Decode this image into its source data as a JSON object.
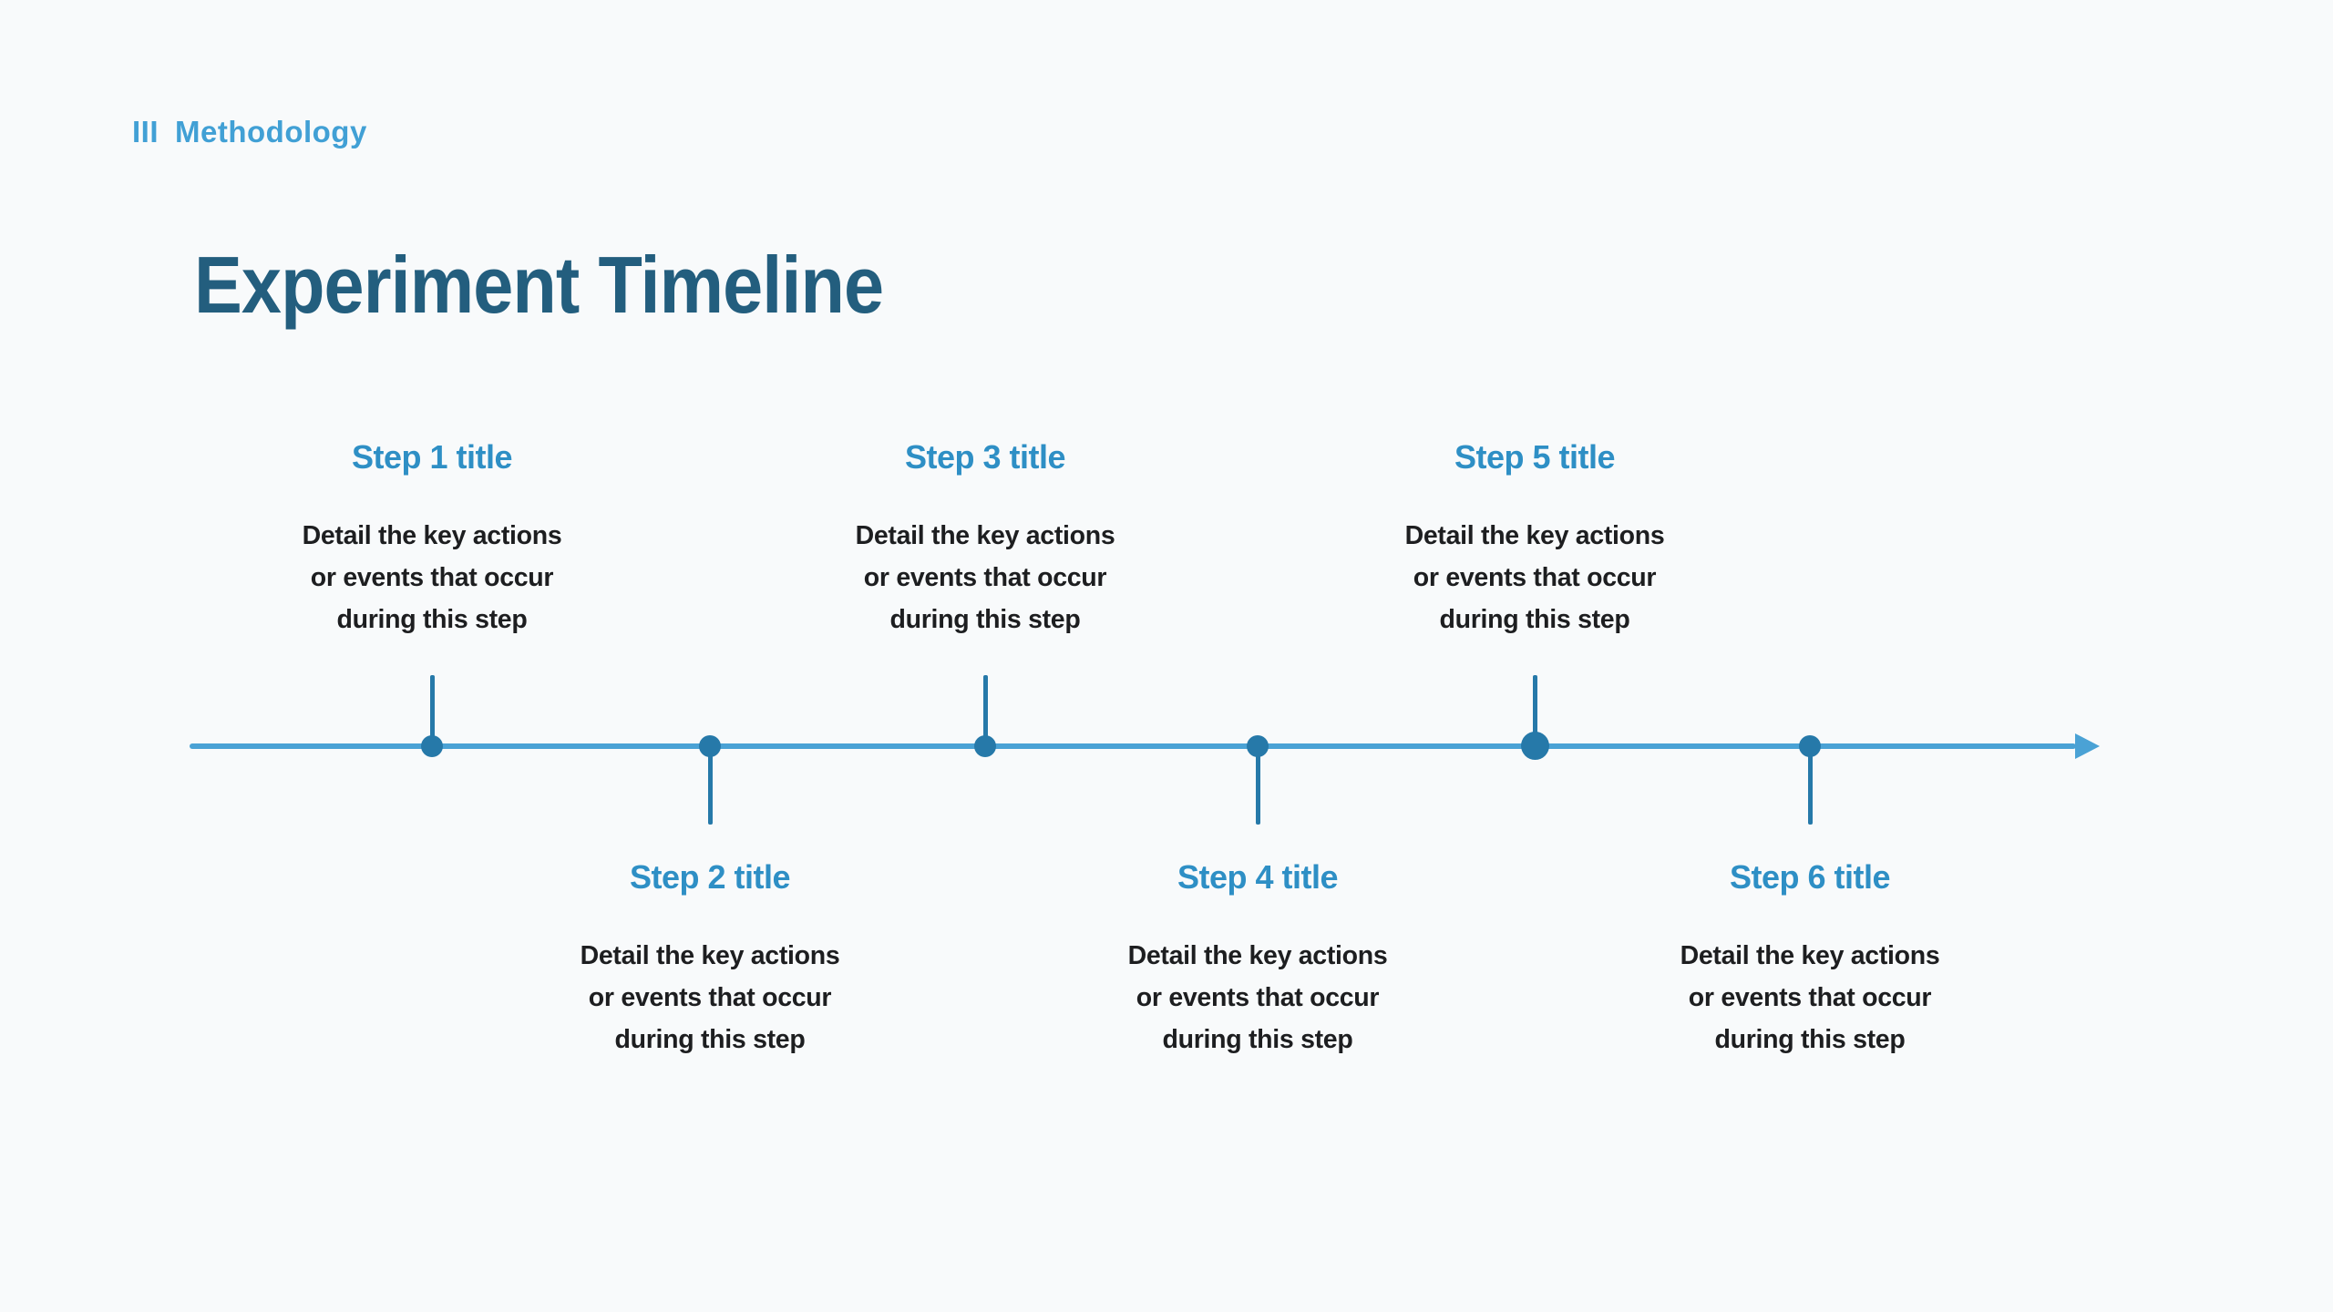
{
  "slide": {
    "kicker": {
      "numeral": "III",
      "label": "Methodology"
    },
    "title": "Experiment Timeline",
    "steps": [
      {
        "title": "Step 1 title",
        "description": "Detail the key actions\nor events that occur\nduring this step",
        "side": "above",
        "emphasized": false
      },
      {
        "title": "Step 2 title",
        "description": "Detail the key actions\nor events that occur\nduring this step",
        "side": "below",
        "emphasized": false
      },
      {
        "title": "Step 3 title",
        "description": "Detail the key actions\nor events that occur\nduring this step",
        "side": "above",
        "emphasized": false
      },
      {
        "title": "Step 4 title",
        "description": "Detail the key actions\nor events that occur\nduring this step",
        "side": "below",
        "emphasized": false
      },
      {
        "title": "Step 5 title",
        "description": "Detail the key actions\nor events that occur\nduring this step",
        "side": "above",
        "emphasized": true
      },
      {
        "title": "Step 6 title",
        "description": "Detail the key actions\nor events that occur\nduring this step",
        "side": "below",
        "emphasized": false
      }
    ],
    "colors": {
      "background": "#f8fafb",
      "kicker": "#41a0d5",
      "title": "#235e7e",
      "step_title": "#2e8fc5",
      "description": "#1d1e20",
      "axis_line": "#4aa2d5",
      "marker": "#2679a9"
    }
  }
}
